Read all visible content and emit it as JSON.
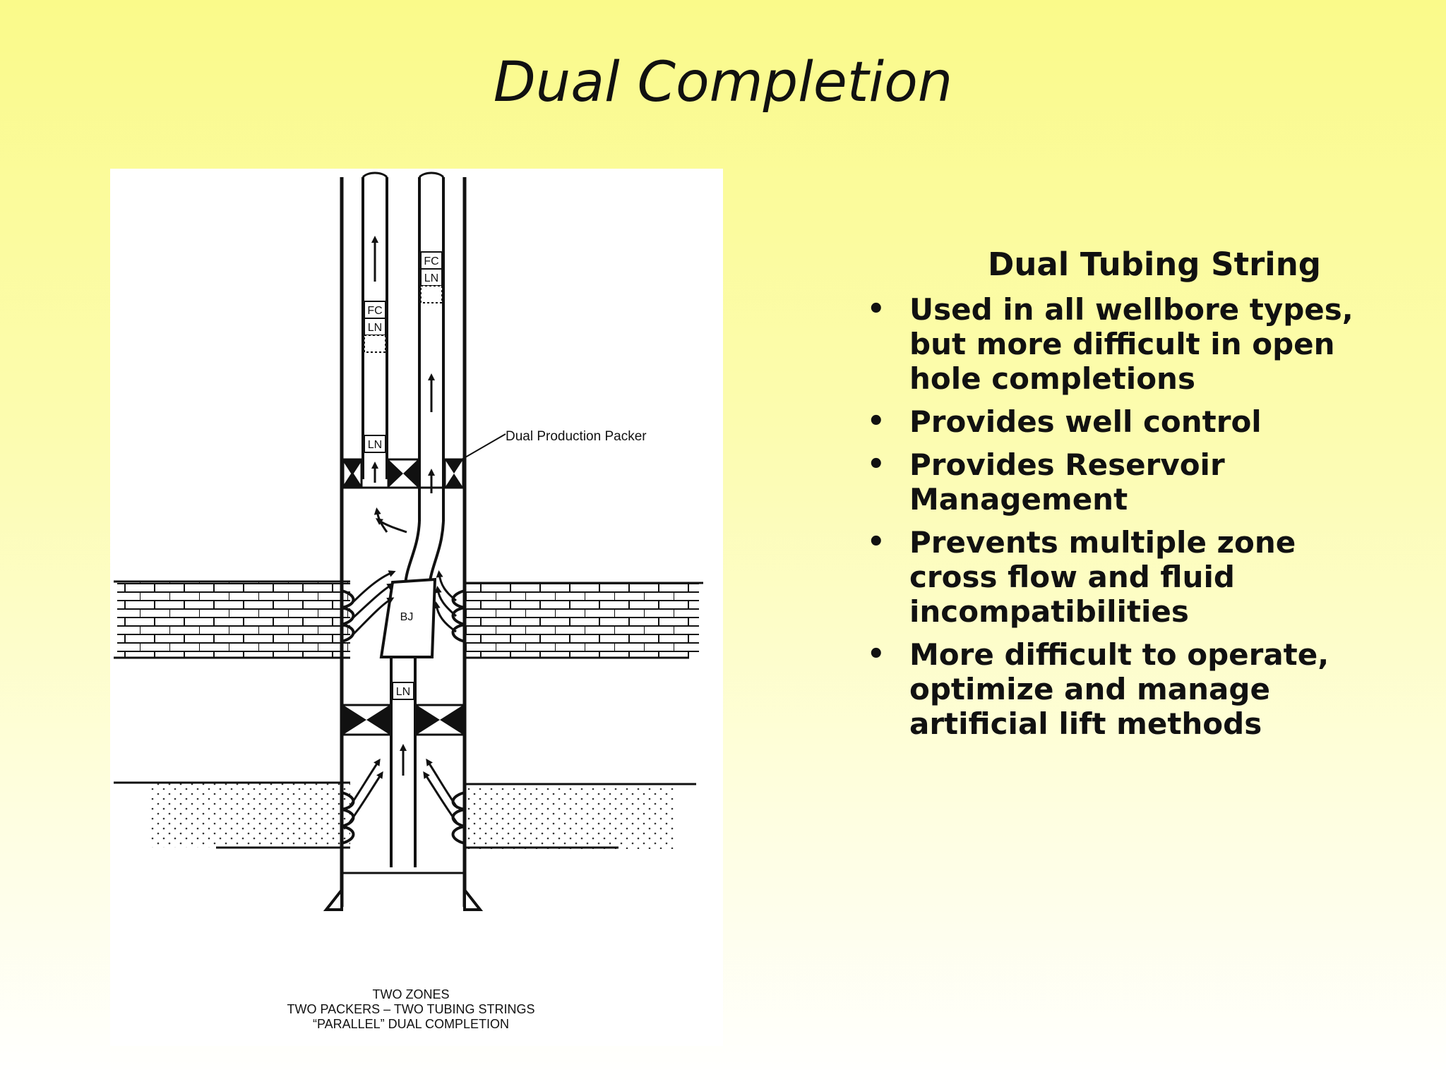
{
  "slide": {
    "title": "Dual Completion"
  },
  "diagram": {
    "fc_label": "FC",
    "ln_label": "LN",
    "bj_label": "BJ",
    "packer_label": "Dual Production Packer",
    "caption_lines": [
      "TWO ZONES",
      "TWO PACKERS – TWO TUBING STRINGS",
      "“PARALLEL” DUAL COMPLETION"
    ]
  },
  "content": {
    "heading": "Dual Tubing String",
    "bullets": [
      "Used in all wellbore types, but more difficult in open hole completions",
      "Provides well control",
      "Provides Reservoir Management",
      "Prevents multiple zone cross flow and fluid incompatibilities",
      "More difficult to operate, optimize and manage artificial lift methods"
    ]
  }
}
